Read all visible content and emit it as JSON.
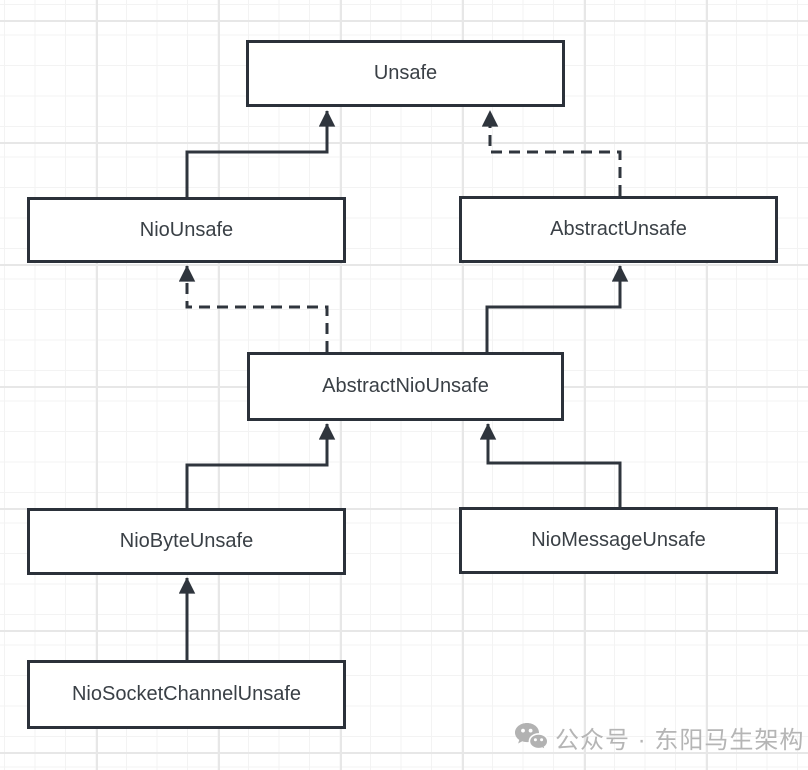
{
  "diagram": {
    "type": "class-hierarchy",
    "nodes": [
      {
        "id": "unsafe",
        "label": "Unsafe"
      },
      {
        "id": "nio-unsafe",
        "label": "NioUnsafe"
      },
      {
        "id": "abstract-unsafe",
        "label": "AbstractUnsafe"
      },
      {
        "id": "abstract-nio-unsafe",
        "label": "AbstractNioUnsafe"
      },
      {
        "id": "nio-byte-unsafe",
        "label": "NioByteUnsafe"
      },
      {
        "id": "nio-message-unsafe",
        "label": "NioMessageUnsafe"
      },
      {
        "id": "nio-socket-channel-unsafe",
        "label": "NioSocketChannelUnsafe"
      }
    ],
    "edges": [
      {
        "from": "NioUnsafe",
        "to": "Unsafe",
        "style": "solid",
        "arrow": "filled-triangle-up"
      },
      {
        "from": "AbstractUnsafe",
        "to": "Unsafe",
        "style": "dashed",
        "arrow": "filled-triangle-up"
      },
      {
        "from": "AbstractNioUnsafe",
        "to": "NioUnsafe",
        "style": "dashed",
        "arrow": "filled-triangle-up"
      },
      {
        "from": "AbstractNioUnsafe",
        "to": "AbstractUnsafe",
        "style": "solid",
        "arrow": "filled-triangle-up"
      },
      {
        "from": "NioByteUnsafe",
        "to": "AbstractNioUnsafe",
        "style": "solid",
        "arrow": "filled-triangle-up"
      },
      {
        "from": "NioMessageUnsafe",
        "to": "AbstractNioUnsafe",
        "style": "solid",
        "arrow": "filled-triangle-up"
      },
      {
        "from": "NioSocketChannelUnsafe",
        "to": "NioByteUnsafe",
        "style": "solid",
        "arrow": "filled-triangle-up"
      }
    ],
    "colors": {
      "node_border": "#2b313a",
      "node_fill": "#ffffff",
      "node_text": "#3a4046",
      "edge": "#2f353d",
      "grid_minor": "#f3f3f3",
      "grid_major": "#e7e7e7",
      "watermark": "#b5b5b5"
    }
  },
  "watermark": {
    "icon": "wechat-icon",
    "text": "公众号 · 东阳马生架构"
  }
}
